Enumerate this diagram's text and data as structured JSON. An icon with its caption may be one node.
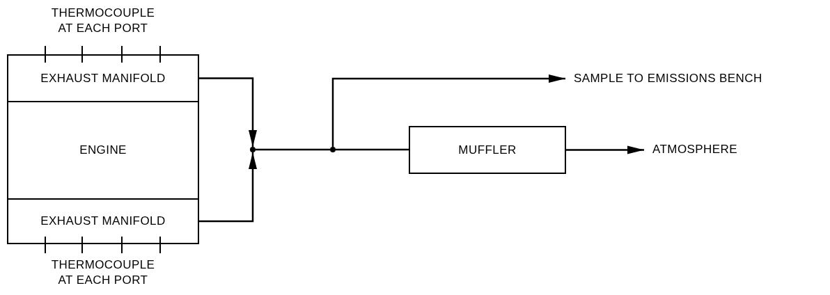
{
  "diagram": {
    "nodes": [
      {
        "text": [
          "EXHAUST MANIFOLD"
        ],
        "beside": [
          "THERMOCOUPLE AT EACH PORT"
        ]
      },
      {
        "text": [
          "ENGINE"
        ]
      },
      {
        "text": [
          "EXHAUST MANIFOLD"
        ],
        "beside": [
          "THERMOCOUPLE AT EACH PORT"
        ]
      },
      {
        "text": [],
        "shape": "circle"
      },
      {
        "text": [],
        "shape": "circle"
      },
      {
        "text": [
          "MUFFLER"
        ]
      },
      {
        "text": [
          "SAMPLE TO EMISSIONS BENCH"
        ]
      },
      {
        "text": [
          "ATMOSPHERE"
        ]
      }
    ],
    "edges": [
      {
        "from": 0,
        "to": 3,
        "arrow": "to"
      },
      {
        "from": 2,
        "to": 3,
        "arrow": "to"
      },
      {
        "from": 3,
        "to": 4,
        "arrow": "none"
      },
      {
        "from": 4,
        "to": 6,
        "arrow": "to"
      },
      {
        "from": 4,
        "to": 5,
        "arrow": "none"
      },
      {
        "from": 5,
        "to": 7,
        "arrow": "to"
      }
    ]
  }
}
